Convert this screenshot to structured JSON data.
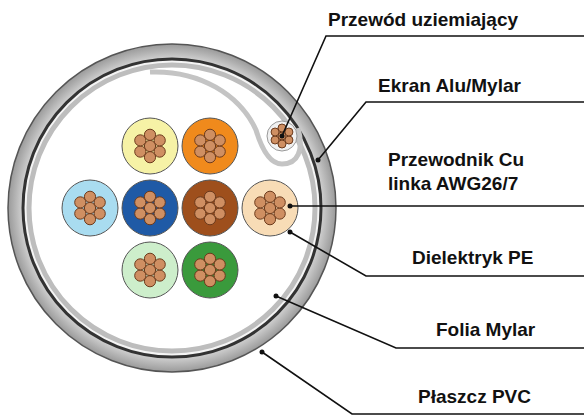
{
  "diagram": {
    "labels": [
      "Przewód uziemiający",
      "Ekran Alu/Mylar",
      "Przewodnik Cu linka AWG26/7",
      "Dielektryk PE",
      "Folia Mylar",
      "Płaszcz PVC"
    ]
  }
}
